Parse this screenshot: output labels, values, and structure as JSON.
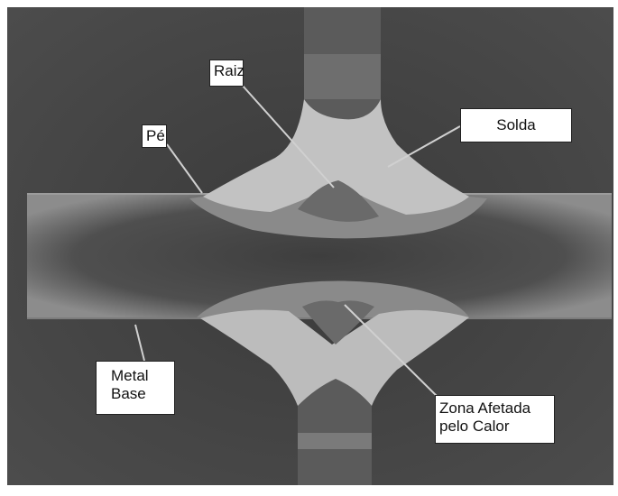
{
  "labels": {
    "raiz": "Raiz",
    "solda": "Solda",
    "pe": "Pé",
    "metal_base_line1": "Metal",
    "metal_base_line2": "Base",
    "zac_line1": "Zona Afetada",
    "zac_line2": "pelo Calor"
  },
  "colors": {
    "background": "#404040",
    "plate": "#555555",
    "weld": "#bdbdbd",
    "haz": "#8a8a8a",
    "root": "#6a6a6a",
    "label_bg": "#ffffff",
    "leader": "#d0d0d0"
  }
}
